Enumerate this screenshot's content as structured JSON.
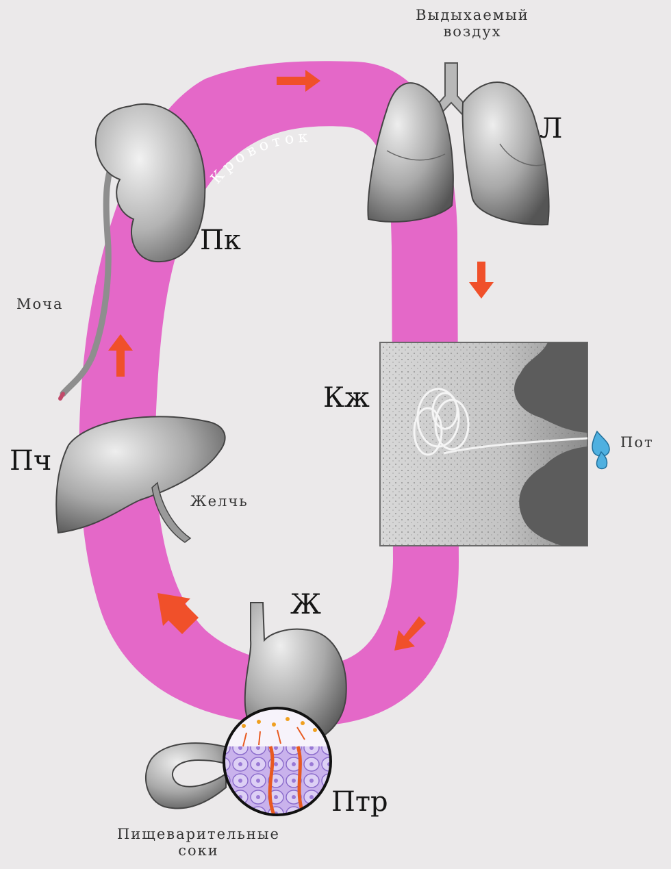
{
  "labels": {
    "lungs": "Л",
    "kidney": "Пк",
    "skin": "Кж",
    "liver": "Пч",
    "stomach": "Ж",
    "intestine": "Птр",
    "exhaled_line1": "Выдыхаемый",
    "exhaled_line2": "воздух",
    "urine": "Моча",
    "bile": "Желчь",
    "sweat": "Пот",
    "juices_line1": "Пищеварительные",
    "juices_line2": "соки",
    "bloodflow": "Кровоток"
  },
  "colors": {
    "background": "#ebe9ea",
    "bloodstream": "#e468c8",
    "arrow": "#f0502a",
    "organ_light": "#c9c9c9",
    "organ_dark": "#6e6e6e",
    "sweat_drop": "#4fb0e0"
  },
  "icons": [
    "lungs-icon",
    "kidney-icon",
    "skin-section-icon",
    "liver-icon",
    "stomach-icon",
    "intestine-magnifier-icon",
    "sweat-drop-icon",
    "flow-arrow-icon"
  ]
}
